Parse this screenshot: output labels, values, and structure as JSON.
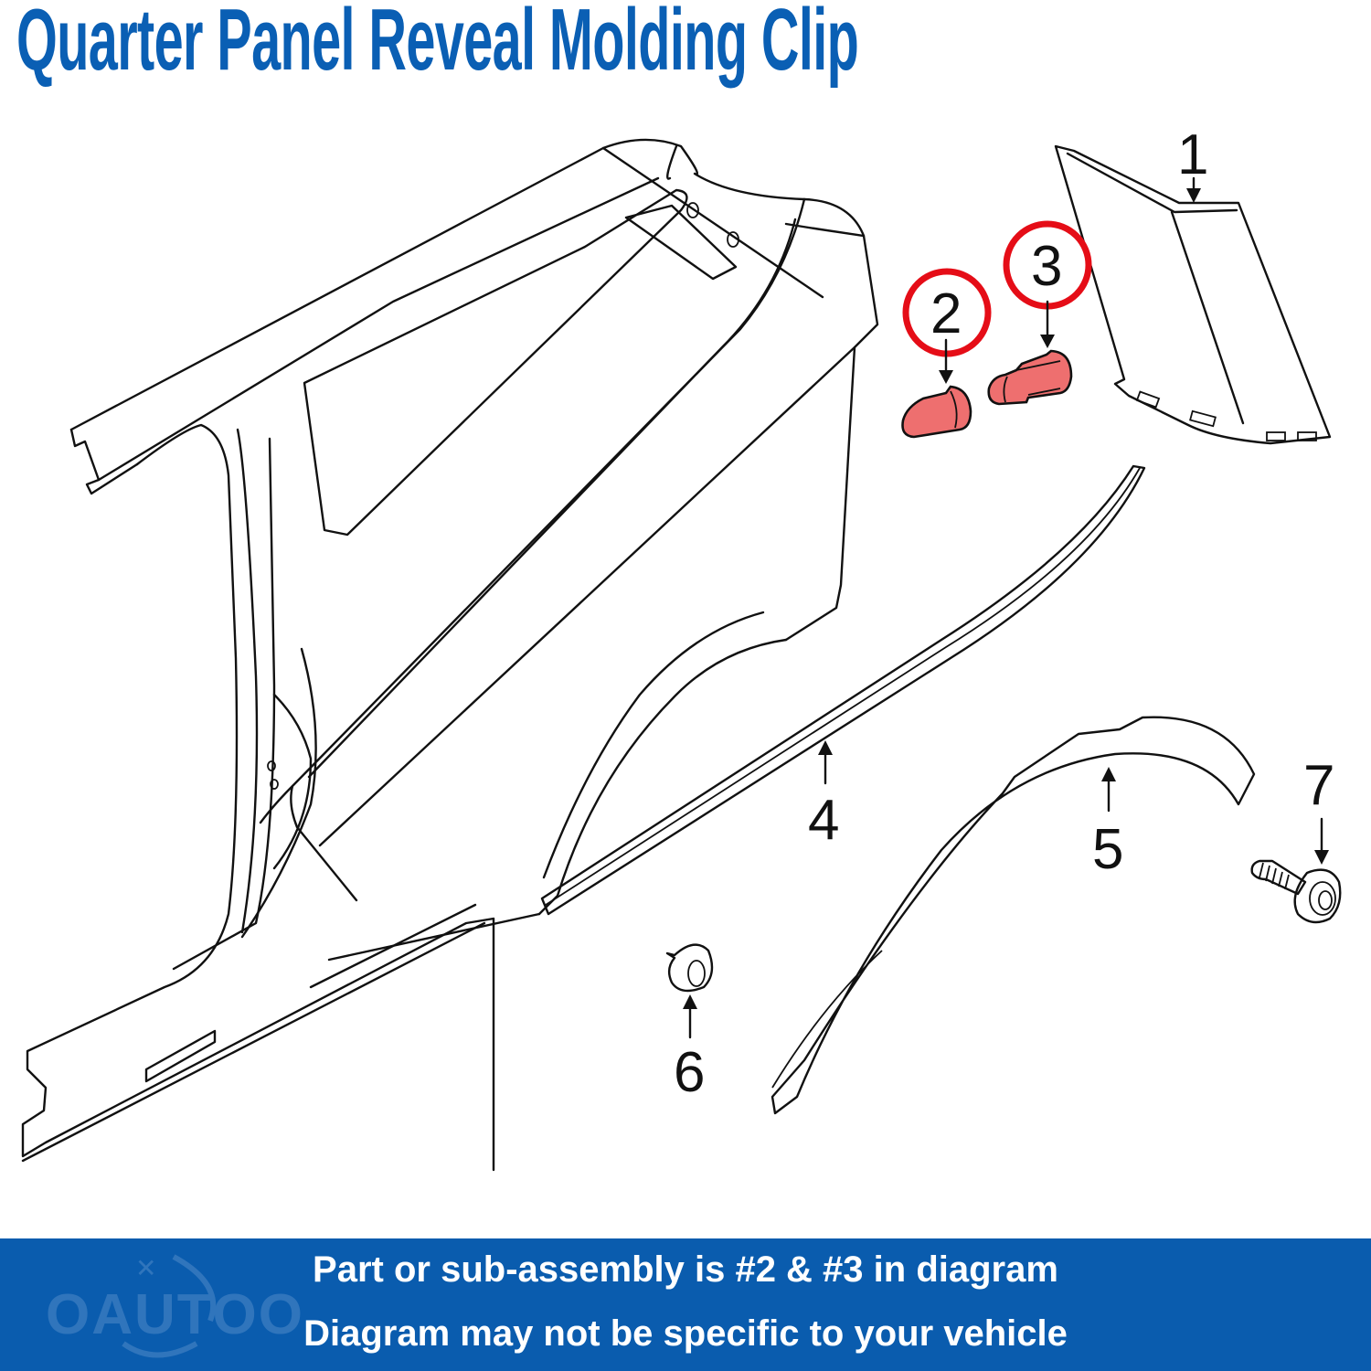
{
  "header": {
    "title": "Quarter Panel Reveal Molding Clip"
  },
  "diagram": {
    "callouts": [
      {
        "id": "1",
        "label": "1",
        "highlighted": false,
        "part": "quarter-panel-trim"
      },
      {
        "id": "2",
        "label": "2",
        "highlighted": true,
        "part": "molding-clip-short"
      },
      {
        "id": "3",
        "label": "3",
        "highlighted": true,
        "part": "molding-clip-long"
      },
      {
        "id": "4",
        "label": "4",
        "highlighted": false,
        "part": "reveal-molding-strip"
      },
      {
        "id": "5",
        "label": "5",
        "highlighted": false,
        "part": "wheel-opening-molding"
      },
      {
        "id": "6",
        "label": "6",
        "highlighted": false,
        "part": "retainer-nut"
      },
      {
        "id": "7",
        "label": "7",
        "highlighted": false,
        "part": "screw"
      }
    ],
    "colors": {
      "title": "#0a5fb4",
      "highlight_ring": "#e50d17",
      "clip_fill": "#ee6f6f",
      "line": "#111111"
    }
  },
  "footer": {
    "line1": "Part or sub-assembly is #2 & #3 in diagram",
    "line2": "Diagram may not be specific to your vehicle",
    "watermark": "OAUTOO",
    "background": "#0a5cae"
  }
}
